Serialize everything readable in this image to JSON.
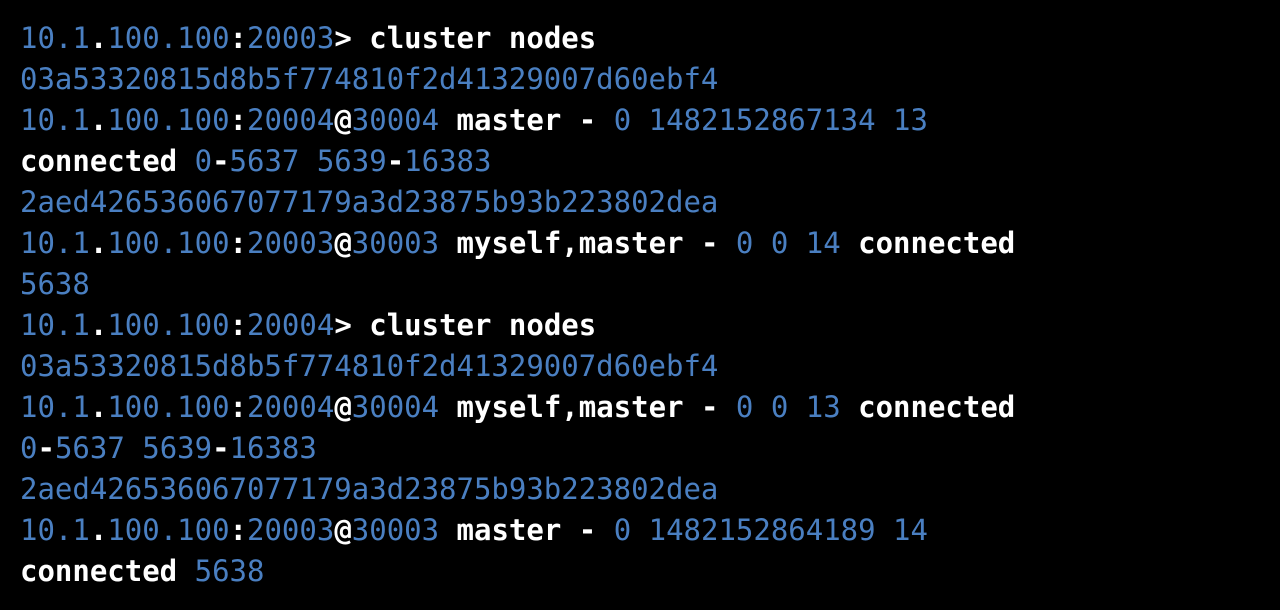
{
  "colors": {
    "background": "#000000",
    "blue": "#4a7fc1",
    "white": "#ffffff"
  },
  "terminal": {
    "lines": [
      [
        [
          "b",
          "10.1"
        ],
        [
          "w",
          "."
        ],
        [
          "b",
          "100.100"
        ],
        [
          "w",
          ":"
        ],
        [
          "b",
          "20003"
        ],
        [
          "w",
          "> cluster nodes"
        ]
      ],
      [
        [
          "b",
          "03a53320815d8b5f774810f2d41329007d60ebf4"
        ]
      ],
      [
        [
          "b",
          "10.1"
        ],
        [
          "w",
          "."
        ],
        [
          "b",
          "100.100"
        ],
        [
          "w",
          ":"
        ],
        [
          "b",
          "20004"
        ],
        [
          "w",
          "@"
        ],
        [
          "b",
          "30004"
        ],
        [
          "w",
          " master - "
        ],
        [
          "b",
          "0 1482152867134 13"
        ]
      ],
      [
        [
          "w",
          "connected "
        ],
        [
          "b",
          "0"
        ],
        [
          "w",
          "-"
        ],
        [
          "b",
          "5637 5639"
        ],
        [
          "w",
          "-"
        ],
        [
          "b",
          "16383"
        ]
      ],
      [
        [
          "b",
          "2aed426536067077179a3d23875b93b223802dea"
        ]
      ],
      [
        [
          "b",
          "10.1"
        ],
        [
          "w",
          "."
        ],
        [
          "b",
          "100.100"
        ],
        [
          "w",
          ":"
        ],
        [
          "b",
          "20003"
        ],
        [
          "w",
          "@"
        ],
        [
          "b",
          "30003"
        ],
        [
          "w",
          " myself,master - "
        ],
        [
          "b",
          "0 0 14"
        ],
        [
          "w",
          " connected"
        ]
      ],
      [
        [
          "b",
          "5638"
        ]
      ],
      [
        [
          "b",
          "10.1"
        ],
        [
          "w",
          "."
        ],
        [
          "b",
          "100.100"
        ],
        [
          "w",
          ":"
        ],
        [
          "b",
          "20004"
        ],
        [
          "w",
          "> cluster nodes"
        ]
      ],
      [
        [
          "b",
          "03a53320815d8b5f774810f2d41329007d60ebf4"
        ]
      ],
      [
        [
          "b",
          "10.1"
        ],
        [
          "w",
          "."
        ],
        [
          "b",
          "100.100"
        ],
        [
          "w",
          ":"
        ],
        [
          "b",
          "20004"
        ],
        [
          "w",
          "@"
        ],
        [
          "b",
          "30004"
        ],
        [
          "w",
          " myself,master - "
        ],
        [
          "b",
          "0 0 13"
        ],
        [
          "w",
          " connected"
        ]
      ],
      [
        [
          "b",
          "0"
        ],
        [
          "w",
          "-"
        ],
        [
          "b",
          "5637 5639"
        ],
        [
          "w",
          "-"
        ],
        [
          "b",
          "16383"
        ]
      ],
      [
        [
          "b",
          "2aed426536067077179a3d23875b93b223802dea"
        ]
      ],
      [
        [
          "b",
          "10.1"
        ],
        [
          "w",
          "."
        ],
        [
          "b",
          "100.100"
        ],
        [
          "w",
          ":"
        ],
        [
          "b",
          "20003"
        ],
        [
          "w",
          "@"
        ],
        [
          "b",
          "30003"
        ],
        [
          "w",
          " master - "
        ],
        [
          "b",
          "0 1482152864189 14"
        ]
      ],
      [
        [
          "w",
          "connected "
        ],
        [
          "b",
          "5638"
        ]
      ]
    ]
  }
}
